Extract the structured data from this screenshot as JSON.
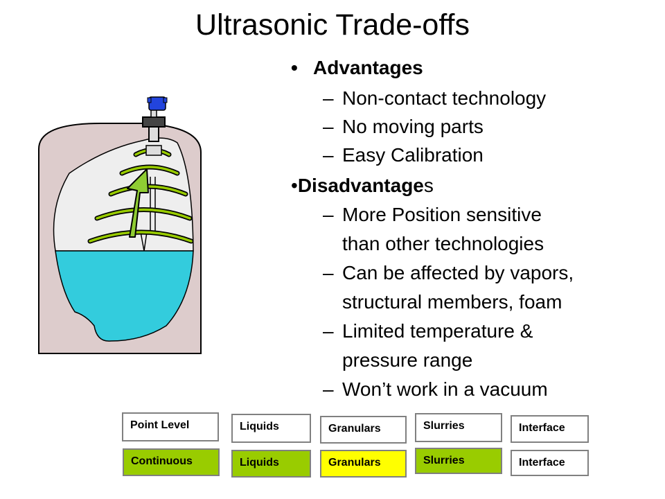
{
  "title": "Ultrasonic Trade-offs",
  "bullets": {
    "marker": "•",
    "dash": "–",
    "advantages_heading": "Advantages",
    "advantages": [
      "Non-contact technology",
      "No moving parts",
      "Easy Calibration"
    ],
    "disadvantages_heading_bold": "Disadvantage",
    "disadvantages_heading_rest": "s",
    "disadvantages": [
      [
        "More Position sensitive",
        "than other technologies"
      ],
      [
        "Can be affected by vapors,",
        "structural members, foam"
      ],
      [
        "Limited temperature &",
        "pressure range"
      ],
      [
        "Won’t work in a vacuum"
      ]
    ]
  },
  "illustration": {
    "subject": "ultrasonic-level-transmitter-on-tank",
    "colors": {
      "tank": "#ddcccc",
      "liquid": "#33ccdd",
      "head_space": "#eeeeee",
      "echo_arcs": "#99cc00",
      "arrow": "#8fcc33",
      "transmitter": "#2244dd"
    }
  },
  "tags": {
    "row1": [
      "Point Level",
      "Liquids",
      "Granulars",
      "Slurries",
      "Interface"
    ],
    "row2": [
      "Continuous",
      "Liquids",
      "Granulars",
      "Slurries",
      "Interface"
    ],
    "colors": {
      "selected": "#99cc00",
      "highlight": "#ffff00",
      "plain": "#ffffff"
    }
  }
}
